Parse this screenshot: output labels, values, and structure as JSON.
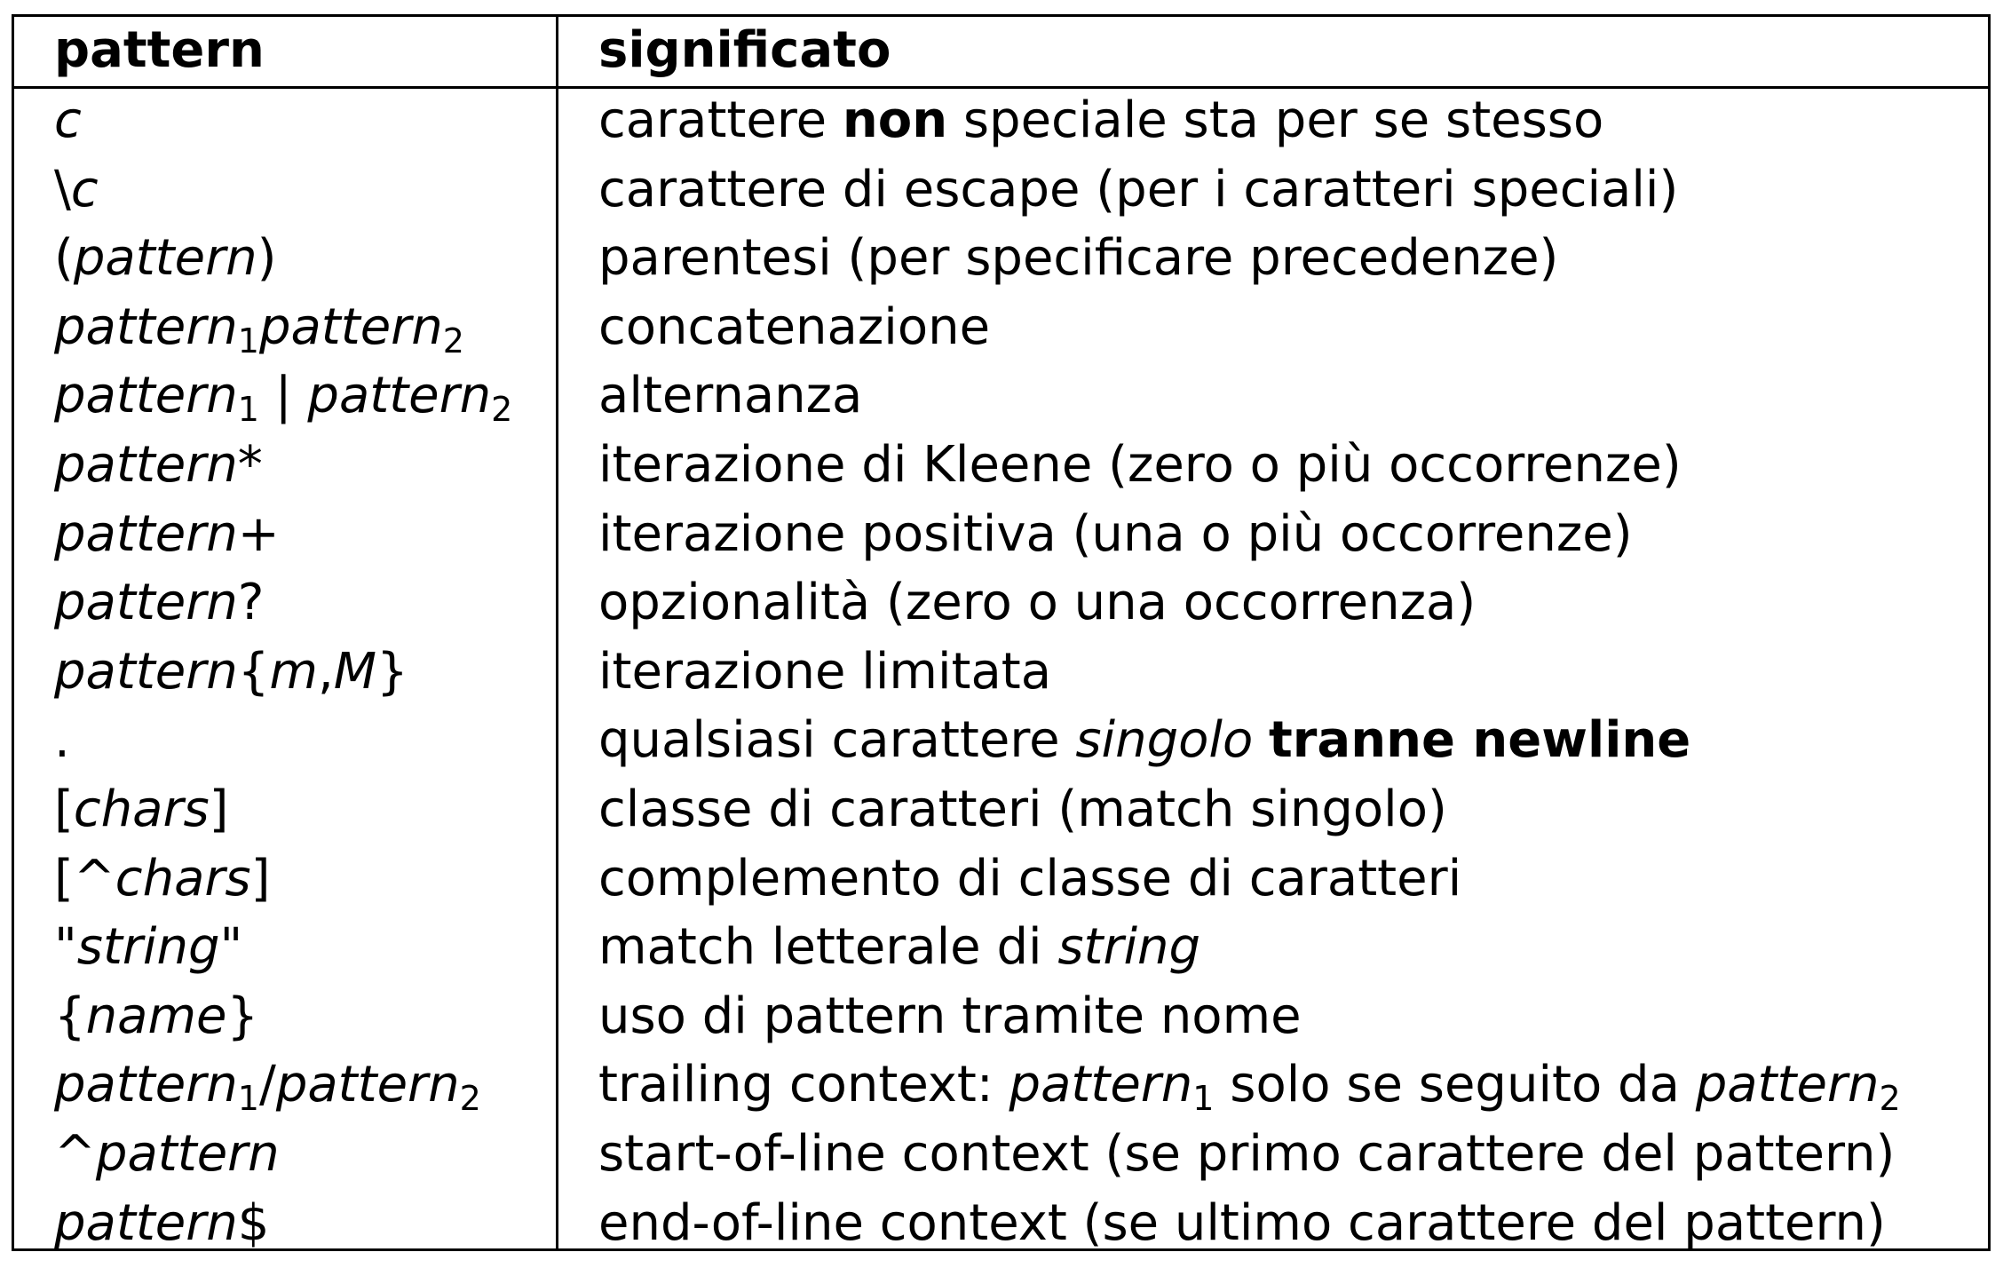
{
  "header": {
    "col1": "pattern",
    "col2": "significato"
  },
  "rows": [
    {
      "pattern": [
        {
          "t": "c",
          "s": "i"
        }
      ],
      "meaning": [
        {
          "t": "carattere "
        },
        {
          "t": "non",
          "s": "b"
        },
        {
          "t": " speciale sta per se stesso"
        }
      ]
    },
    {
      "pattern": [
        {
          "t": "\\"
        },
        {
          "t": "c",
          "s": "i"
        }
      ],
      "meaning": [
        {
          "t": "carattere di escape (per i caratteri speciali)"
        }
      ]
    },
    {
      "pattern": [
        {
          "t": "("
        },
        {
          "t": "pattern",
          "s": "i"
        },
        {
          "t": ")"
        }
      ],
      "meaning": [
        {
          "t": "parentesi (per specificare precedenze)"
        }
      ]
    },
    {
      "pattern": [
        {
          "t": "pattern",
          "s": "i"
        },
        {
          "t": "1",
          "s": "sub"
        },
        {
          "t": "pattern",
          "s": "i"
        },
        {
          "t": "2",
          "s": "sub"
        }
      ],
      "meaning": [
        {
          "t": "concatenazione"
        }
      ]
    },
    {
      "pattern": [
        {
          "t": "pattern",
          "s": "i"
        },
        {
          "t": "1",
          "s": "sub"
        },
        {
          "t": " | "
        },
        {
          "t": "pattern",
          "s": "i"
        },
        {
          "t": "2",
          "s": "sub"
        }
      ],
      "meaning": [
        {
          "t": "alternanza"
        }
      ]
    },
    {
      "pattern": [
        {
          "t": "pattern",
          "s": "i"
        },
        {
          "t": "*"
        }
      ],
      "meaning": [
        {
          "t": "iterazione di Kleene (zero o più occorrenze)"
        }
      ]
    },
    {
      "pattern": [
        {
          "t": "pattern",
          "s": "i"
        },
        {
          "t": "+"
        }
      ],
      "meaning": [
        {
          "t": "iterazione positiva (una o più occorrenze)"
        }
      ]
    },
    {
      "pattern": [
        {
          "t": "pattern",
          "s": "i"
        },
        {
          "t": "?"
        }
      ],
      "meaning": [
        {
          "t": "opzionalità (zero o una occorrenza)"
        }
      ]
    },
    {
      "pattern": [
        {
          "t": "pattern",
          "s": "i"
        },
        {
          "t": "{"
        },
        {
          "t": "m",
          "s": "i"
        },
        {
          "t": ","
        },
        {
          "t": "M",
          "s": "i"
        },
        {
          "t": "}"
        }
      ],
      "meaning": [
        {
          "t": "iterazione limitata"
        }
      ]
    },
    {
      "pattern": [
        {
          "t": "."
        }
      ],
      "meaning": [
        {
          "t": "qualsiasi carattere "
        },
        {
          "t": "singolo",
          "s": "i"
        },
        {
          "t": " "
        },
        {
          "t": "tranne newline",
          "s": "b"
        }
      ]
    },
    {
      "pattern": [
        {
          "t": "["
        },
        {
          "t": "chars",
          "s": "i"
        },
        {
          "t": "]"
        }
      ],
      "meaning": [
        {
          "t": "classe di caratteri (match singolo)"
        }
      ]
    },
    {
      "pattern": [
        {
          "t": "[^"
        },
        {
          "t": "chars",
          "s": "i"
        },
        {
          "t": "]"
        }
      ],
      "meaning": [
        {
          "t": "complemento di classe di caratteri"
        }
      ]
    },
    {
      "pattern": [
        {
          "t": "\""
        },
        {
          "t": "string",
          "s": "i"
        },
        {
          "t": "\""
        }
      ],
      "meaning": [
        {
          "t": "match letterale di "
        },
        {
          "t": "string",
          "s": "i"
        }
      ]
    },
    {
      "pattern": [
        {
          "t": "{"
        },
        {
          "t": "name",
          "s": "i"
        },
        {
          "t": "}"
        }
      ],
      "meaning": [
        {
          "t": "uso di pattern tramite nome"
        }
      ]
    },
    {
      "pattern": [
        {
          "t": "pattern",
          "s": "i"
        },
        {
          "t": "1",
          "s": "sub"
        },
        {
          "t": "/"
        },
        {
          "t": "pattern",
          "s": "i"
        },
        {
          "t": "2",
          "s": "sub"
        }
      ],
      "meaning": [
        {
          "t": "trailing context: "
        },
        {
          "t": "pattern",
          "s": "i"
        },
        {
          "t": "1",
          "s": "sub"
        },
        {
          "t": " solo se seguito da "
        },
        {
          "t": "pattern",
          "s": "i"
        },
        {
          "t": "2",
          "s": "sub"
        }
      ]
    },
    {
      "pattern": [
        {
          "t": "^"
        },
        {
          "t": "pattern",
          "s": "i"
        }
      ],
      "meaning": [
        {
          "t": "start-of-line context (se primo carattere del pattern)"
        }
      ]
    },
    {
      "pattern": [
        {
          "t": "pattern",
          "s": "i"
        },
        {
          "t": "$"
        }
      ],
      "meaning": [
        {
          "t": "end-of-line context (se ultimo carattere del pattern)"
        }
      ]
    }
  ]
}
